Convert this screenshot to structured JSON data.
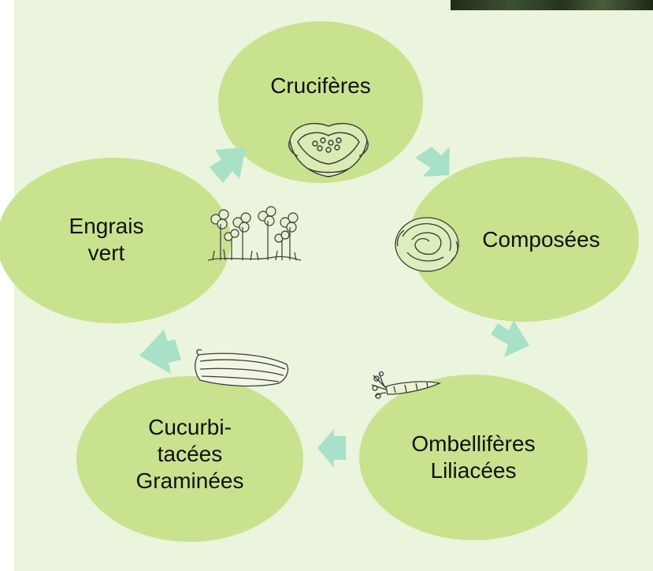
{
  "colors": {
    "background": "#ebf4dc",
    "node_fill": "#c8e28e",
    "arrow_fill": "#a8e0c8",
    "text": "#111111"
  },
  "cycle": {
    "nodes": [
      {
        "id": "cruciferes",
        "lines": [
          "Crucifères"
        ],
        "icon": "cabbage-sketch-icon"
      },
      {
        "id": "composees",
        "lines": [
          "Composées"
        ],
        "icon": "lettuce-sketch-icon"
      },
      {
        "id": "ombelliferes",
        "lines": [
          "Ombellifères",
          "Liliacées"
        ],
        "icon": "carrot-sketch-icon"
      },
      {
        "id": "cucurbitacees",
        "lines": [
          "Cucurbi-",
          "tacées",
          "Graminées"
        ],
        "icon": "squash-sketch-icon"
      },
      {
        "id": "engrais",
        "lines": [
          "Engrais",
          "vert"
        ],
        "icon": "clover-sketch-icon"
      }
    ]
  }
}
